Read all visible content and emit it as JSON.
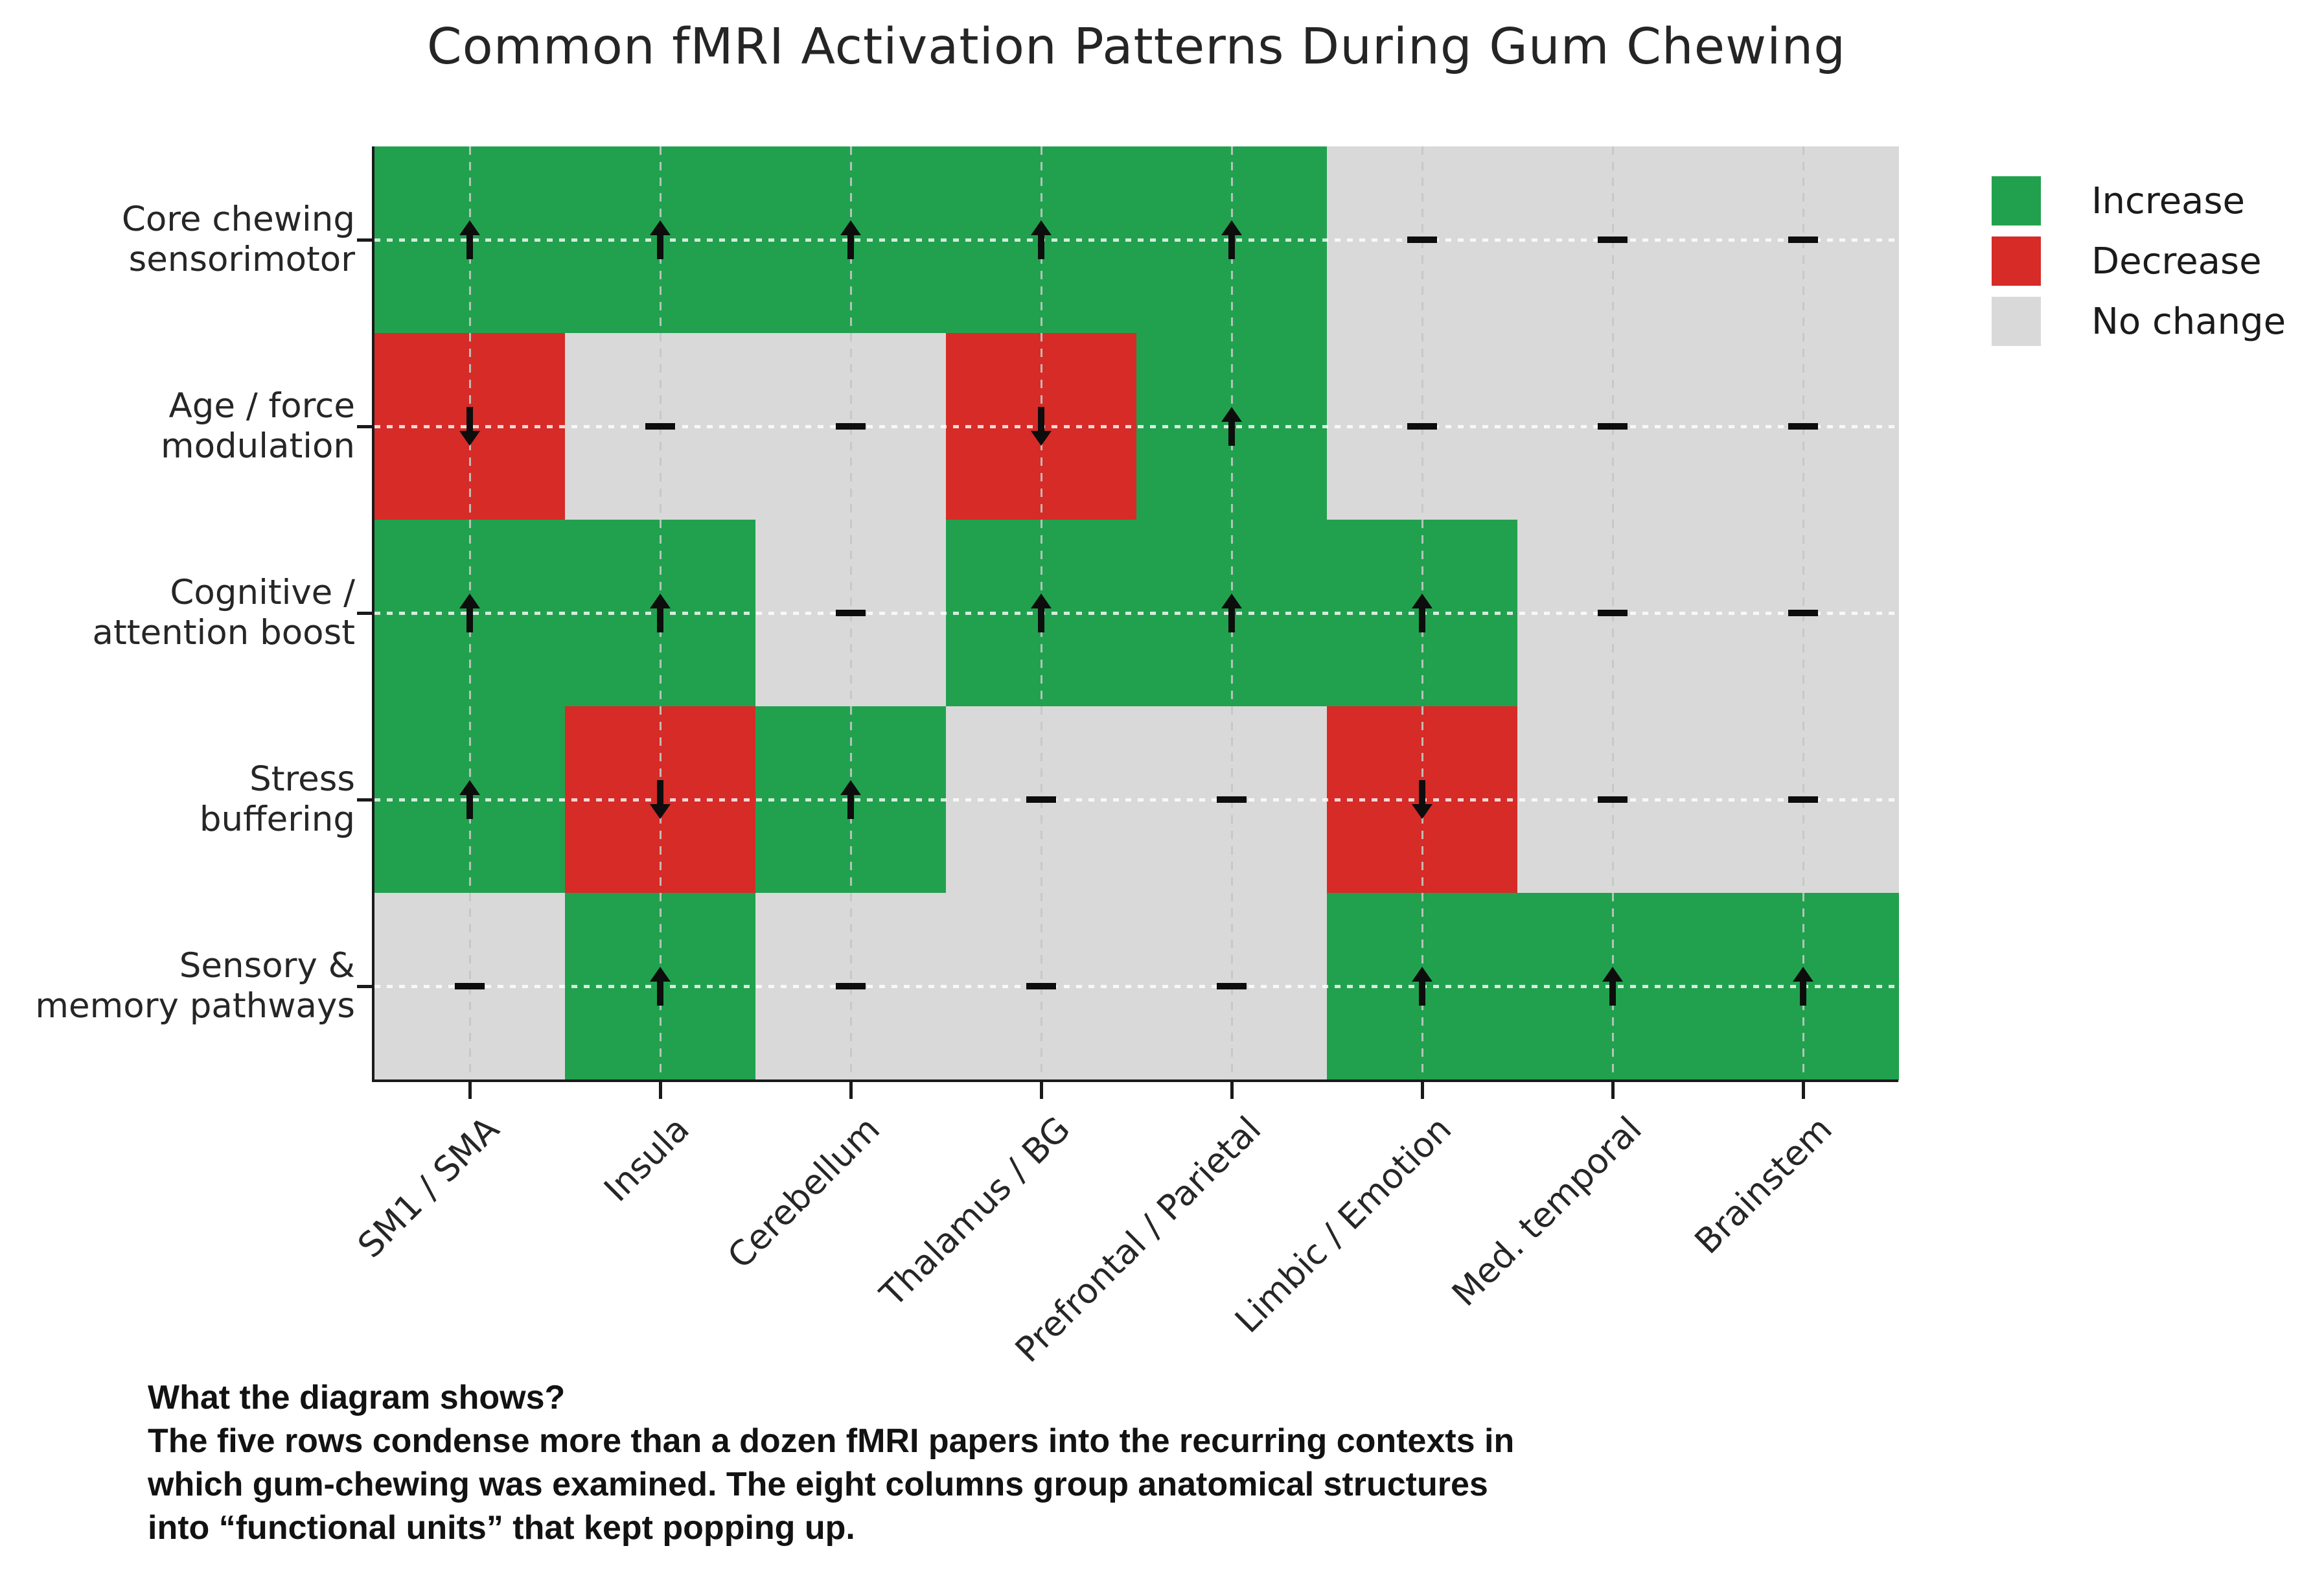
{
  "title": "Common fMRI Activation Patterns During Gum Chewing",
  "chart_data": {
    "type": "heatmap",
    "title": "Common fMRI Activation Patterns During Gum Chewing",
    "rows": [
      "Core chewing sensorimotor",
      "Age / force modulation",
      "Cognitive / attention boost",
      "Stress buffering",
      "Sensory & memory pathways"
    ],
    "row_label_lines": [
      [
        "Core chewing",
        "sensorimotor"
      ],
      [
        "Age / force",
        "modulation"
      ],
      [
        "Cognitive /",
        "attention boost"
      ],
      [
        "Stress",
        "buffering"
      ],
      [
        "Sensory &",
        "memory pathways"
      ]
    ],
    "columns": [
      "SM1 / SMA",
      "Insula",
      "Cerebellum",
      "Thalamus / BG",
      "Prefrontal / Parietal",
      "Limbic / Emotion",
      "Med. temporal",
      "Brainstem"
    ],
    "cells": [
      [
        "increase",
        "increase",
        "increase",
        "increase",
        "increase",
        "no_change",
        "no_change",
        "no_change"
      ],
      [
        "decrease",
        "no_change",
        "no_change",
        "decrease",
        "increase",
        "no_change",
        "no_change",
        "no_change"
      ],
      [
        "increase",
        "increase",
        "no_change",
        "increase",
        "increase",
        "increase",
        "no_change",
        "no_change"
      ],
      [
        "increase",
        "decrease",
        "increase",
        "no_change",
        "no_change",
        "decrease",
        "no_change",
        "no_change"
      ],
      [
        "no_change",
        "increase",
        "no_change",
        "no_change",
        "no_change",
        "increase",
        "increase",
        "increase"
      ]
    ],
    "cell_symbols": {
      "increase": "↑",
      "decrease": "↓",
      "no_change": "–"
    },
    "colors": {
      "increase": "#21a14e",
      "decrease": "#d62b27",
      "no_change": "#d9d9d9"
    },
    "grid": true,
    "legend_position": "outside upper right"
  },
  "legend": {
    "items": [
      {
        "label": "Increase",
        "color": "#21a14e",
        "symbol": "increase"
      },
      {
        "label": "Decrease",
        "color": "#d62b27",
        "symbol": "decrease"
      },
      {
        "label": "No change",
        "color": "#d9d9d9",
        "symbol": "no_change"
      }
    ]
  },
  "caption": {
    "heading": "What the diagram shows?",
    "lines": [
      "The five rows condense more than a dozen fMRI papers into the recurring contexts in",
      "which gum-chewing was examined. The eight columns group anatomical structures",
      "into “functional units” that kept popping up."
    ]
  }
}
